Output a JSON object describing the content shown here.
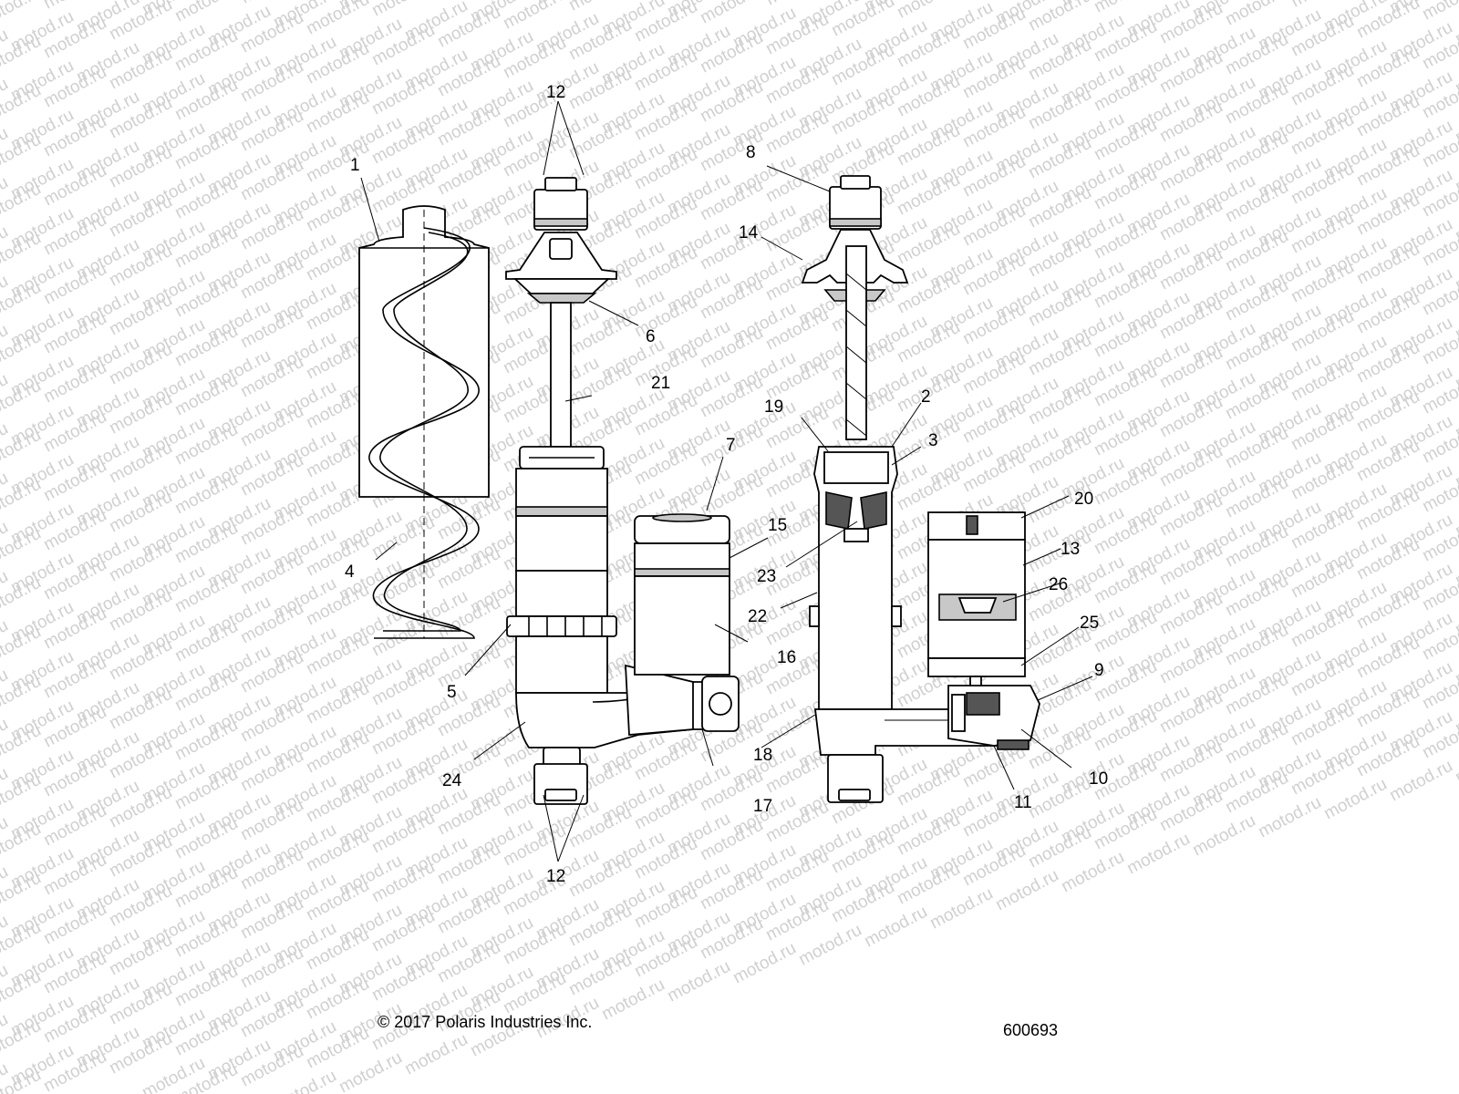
{
  "watermark": "motod.ru",
  "callouts": [
    {
      "id": "1",
      "label": "1"
    },
    {
      "id": "2",
      "label": "2"
    },
    {
      "id": "3",
      "label": "3"
    },
    {
      "id": "4",
      "label": "4"
    },
    {
      "id": "5",
      "label": "5"
    },
    {
      "id": "6",
      "label": "6"
    },
    {
      "id": "7",
      "label": "7"
    },
    {
      "id": "8",
      "label": "8"
    },
    {
      "id": "9",
      "label": "9"
    },
    {
      "id": "10",
      "label": "10"
    },
    {
      "id": "11",
      "label": "11"
    },
    {
      "id": "12a",
      "label": "12"
    },
    {
      "id": "12b",
      "label": "12"
    },
    {
      "id": "13",
      "label": "13"
    },
    {
      "id": "14",
      "label": "14"
    },
    {
      "id": "15",
      "label": "15"
    },
    {
      "id": "16",
      "label": "16"
    },
    {
      "id": "17",
      "label": "17"
    },
    {
      "id": "18",
      "label": "18"
    },
    {
      "id": "19",
      "label": "19"
    },
    {
      "id": "20",
      "label": "20"
    },
    {
      "id": "21",
      "label": "21"
    },
    {
      "id": "22",
      "label": "22"
    },
    {
      "id": "23",
      "label": "23"
    },
    {
      "id": "24",
      "label": "24"
    },
    {
      "id": "25",
      "label": "25"
    },
    {
      "id": "26",
      "label": "26"
    }
  ],
  "footer": {
    "copyright": "© 2017 Polaris Industries Inc.",
    "drawing_number": "600693"
  }
}
